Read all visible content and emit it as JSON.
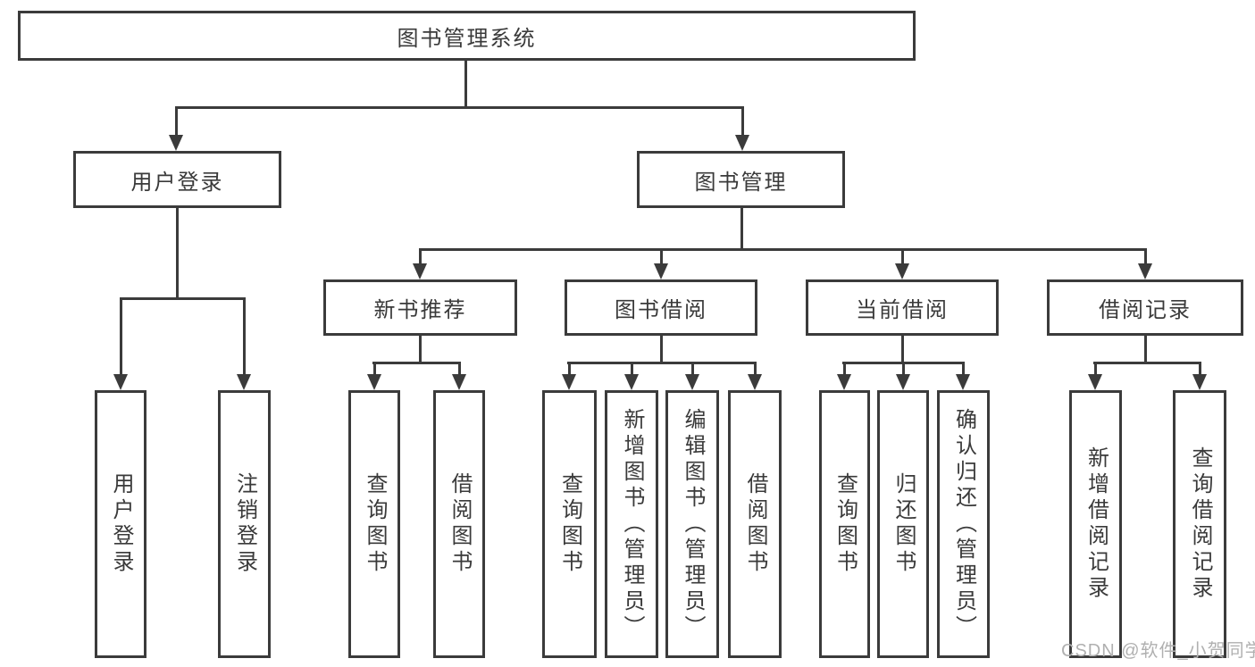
{
  "diagram": {
    "root": {
      "label": "图书管理系统"
    },
    "branches": [
      {
        "label": "用户登录",
        "children": [
          {
            "label": "用户登录"
          },
          {
            "label": "注销登录"
          }
        ]
      },
      {
        "label": "图书管理",
        "children": [
          {
            "label": "新书推荐",
            "children": [
              {
                "label": "查询图书"
              },
              {
                "label": "借阅图书"
              }
            ]
          },
          {
            "label": "图书借阅",
            "children": [
              {
                "label": "查询图书"
              },
              {
                "label": "新增图书（管理员）"
              },
              {
                "label": "编辑图书（管理员）"
              },
              {
                "label": "借阅图书"
              }
            ]
          },
          {
            "label": "当前借阅",
            "children": [
              {
                "label": "查询图书"
              },
              {
                "label": "归还图书"
              },
              {
                "label": "确认归还（管理员）"
              }
            ]
          },
          {
            "label": "借阅记录",
            "children": [
              {
                "label": "新增借阅记录"
              },
              {
                "label": "查询借阅记录"
              }
            ]
          }
        ]
      }
    ]
  },
  "watermark": {
    "text": "CSDN @软件_小贺同学"
  },
  "colors": {
    "line": "#3b3b3b",
    "text": "#3a3a3a",
    "background": "#ffffff",
    "watermark": "#b0b0b0"
  }
}
